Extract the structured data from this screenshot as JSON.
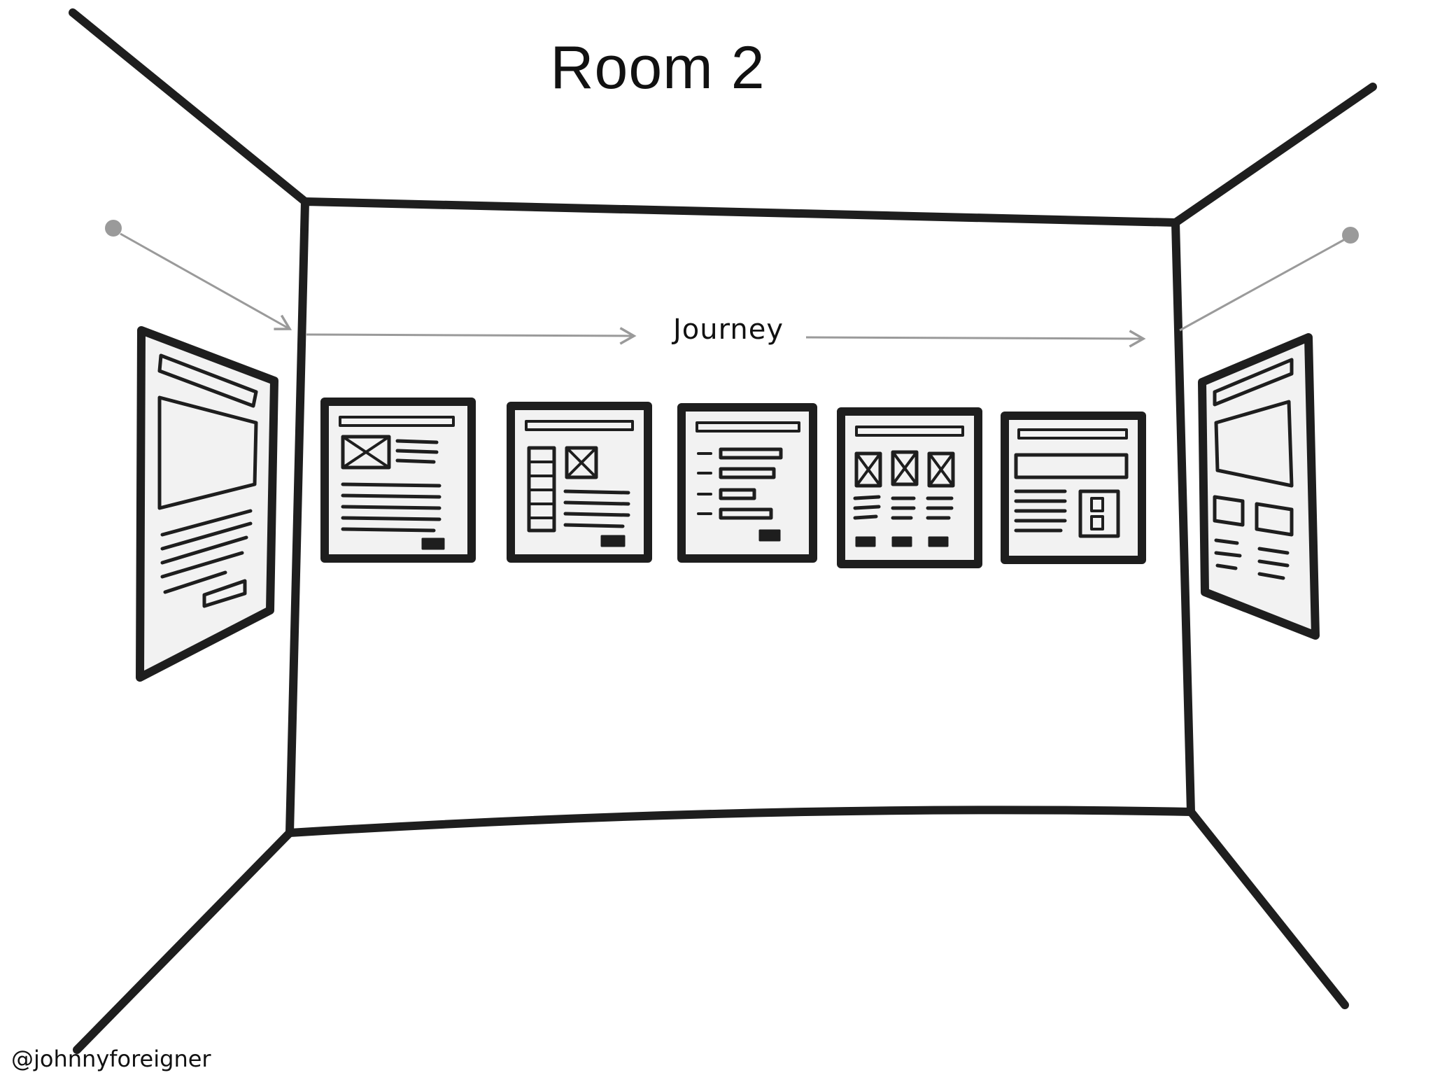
{
  "title": "Room 2",
  "journey_label": "Journey",
  "credit": "@johnnyforeigner",
  "colors": {
    "ink": "#1e1e1e",
    "arrow": "#9a9a9a",
    "paper": "#f2f2f2",
    "background": "#ffffff"
  },
  "wireframes": [
    {
      "name": "wireframe-left-wall",
      "layout": "hero-image-text-button"
    },
    {
      "name": "wireframe-1",
      "layout": "image-with-text-lines"
    },
    {
      "name": "wireframe-2",
      "layout": "sidebar-list-image"
    },
    {
      "name": "wireframe-3",
      "layout": "form-fields"
    },
    {
      "name": "wireframe-4",
      "layout": "three-column-cards"
    },
    {
      "name": "wireframe-5",
      "layout": "banner-text-panel"
    },
    {
      "name": "wireframe-right-wall",
      "layout": "hero-image-two-columns"
    }
  ]
}
